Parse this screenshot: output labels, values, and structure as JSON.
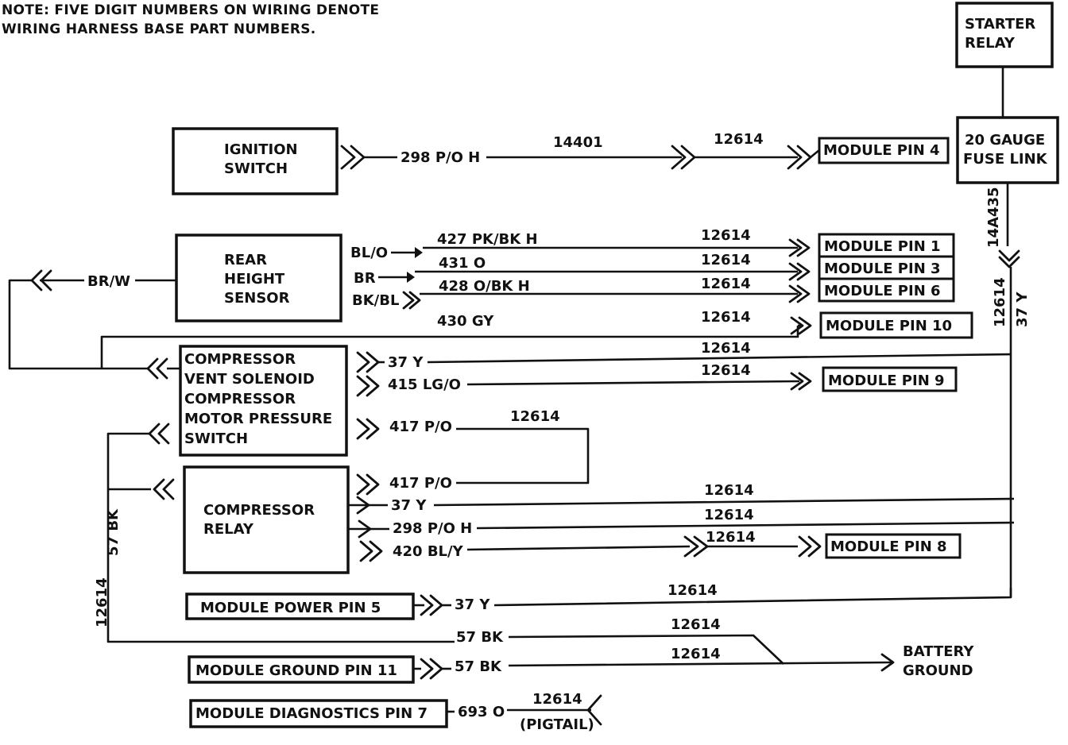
{
  "note": {
    "line1": "NOTE: FIVE DIGIT NUMBERS ON WIRING DENOTE",
    "line2": "WIRING HARNESS BASE PART NUMBERS."
  },
  "components": {
    "starter_relay": [
      "STARTER",
      "RELAY"
    ],
    "fuse_link": [
      "20 GAUGE",
      "FUSE LINK"
    ],
    "ignition_switch": [
      "IGNITION",
      "SWITCH"
    ],
    "rear_height_sensor": [
      "REAR",
      "HEIGHT",
      "SENSOR"
    ],
    "compressor_vent": [
      "COMPRESSOR",
      "VENT SOLENOID",
      "COMPRESSOR",
      "MOTOR PRESSURE",
      "SWITCH"
    ],
    "compressor_relay": [
      "COMPRESSOR",
      "RELAY"
    ],
    "module_power": "MODULE POWER PIN 5",
    "module_ground": "MODULE GROUND PIN 11",
    "module_diagnostics": "MODULE DIAGNOSTICS PIN 7",
    "battery_ground": [
      "BATTERY",
      "GROUND"
    ]
  },
  "module_pins": {
    "pin4": "MODULE PIN 4",
    "pin1": "MODULE PIN 1",
    "pin3": "MODULE PIN 3",
    "pin6": "MODULE PIN 6",
    "pin10": "MODULE PIN 10",
    "pin9": "MODULE PIN 9",
    "pin8": "MODULE PIN 8"
  },
  "sensor_taps": {
    "blo": "BL/O",
    "br": "BR",
    "bkbl": "BK/BL"
  },
  "wires": {
    "ign_circuit": "298 P/O H",
    "ign_harness_a": "14401",
    "ign_harness_b": "12614",
    "fuse_harness": "14A435",
    "feed_circuit": "37 Y",
    "feed_harness": "12614",
    "brw": "BR/W",
    "w427": "427 PK/BK H",
    "w427_h": "12614",
    "w431": "431 O",
    "w431_h": "12614",
    "w428": "428 O/BK H",
    "w428_h": "12614",
    "w430": "430 GY",
    "w430_h": "12614",
    "vent_37": "37 Y",
    "vent_37_h": "12614",
    "w415": "415 LG/O",
    "w415_h": "12614",
    "w417a": "417 P/O",
    "w417_h": "12614",
    "w417b": "417 P/O",
    "relay_37": "37 Y",
    "relay_37_h": "12614",
    "relay_298": "298 P/O H",
    "relay_298_h": "12614",
    "w420": "420 BL/Y",
    "w420_h": "12614",
    "power_37": "37 Y",
    "power_37_h": "12614",
    "gnd_57_a": "57 BK",
    "gnd_57_a_h": "12614",
    "gnd_57_b": "57 BK",
    "gnd_57_b_h": "12614",
    "left_57": "57 BK",
    "left_harness": "12614",
    "w693": "693 O",
    "w693_h": "12614",
    "pigtail": "(PIGTAIL)"
  }
}
